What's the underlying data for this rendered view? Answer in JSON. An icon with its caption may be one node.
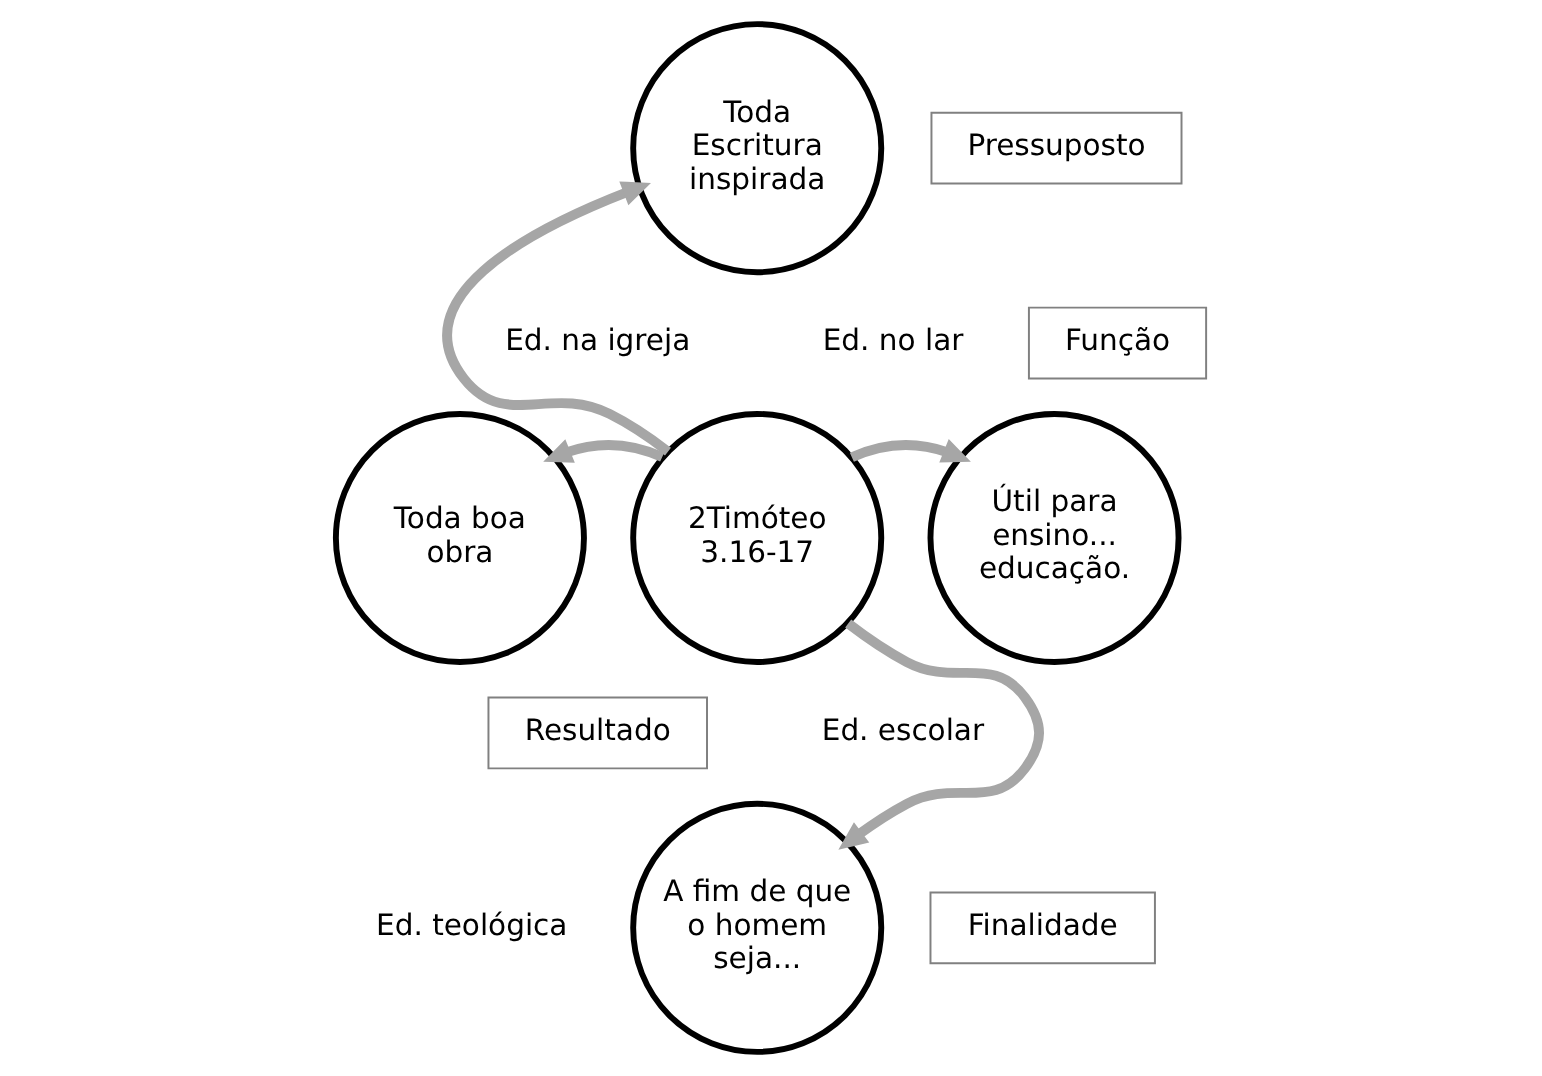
{
  "diagram": {
    "nodes": [
      {
        "text": [
          "2Timóteo 3.16-17"
        ]
      },
      {
        "text": [
          "Toda Escritura inspirada"
        ]
      },
      {
        "text": [
          "Útil para ensino... educação."
        ]
      },
      {
        "text": [
          "A fim de que o homem seja..."
        ]
      },
      {
        "text": [
          "Toda boa obra"
        ]
      },
      {
        "text": [
          "Pressuposto"
        ]
      },
      {
        "text": [
          "Função"
        ]
      },
      {
        "text": [
          "Finalidade"
        ]
      },
      {
        "text": [
          "Resultado"
        ]
      }
    ],
    "edges": [
      {
        "from": 0,
        "to": 1,
        "arrow": "to"
      },
      {
        "from": 0,
        "to": 2,
        "arrow": "to"
      },
      {
        "from": 0,
        "to": 3,
        "arrow": "to"
      },
      {
        "from": 0,
        "to": 4,
        "arrow": "to"
      }
    ],
    "labels": [
      "Ed. na igreja",
      "Ed. no lar",
      "Ed. escolar",
      "Ed. teológica"
    ]
  }
}
